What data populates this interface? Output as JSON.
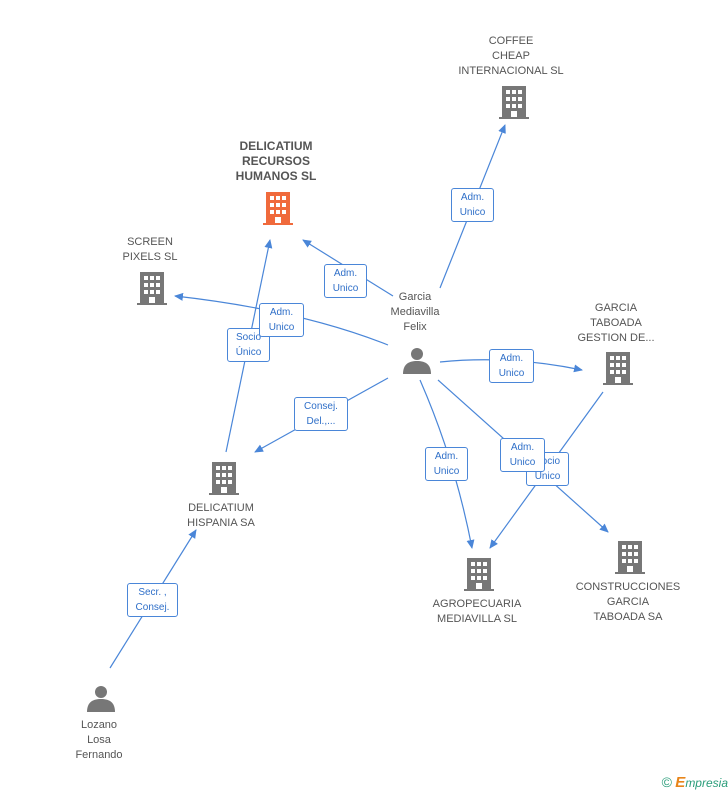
{
  "colors": {
    "edge": "#4a86d8",
    "company": "#777777",
    "company_main": "#f06a3c",
    "person": "#777777"
  },
  "nodes": {
    "coffee": {
      "label": "COFFEE\nCHEAP\nINTERNACIONAL SL",
      "icon": "building-icon"
    },
    "delicatium_rrhh": {
      "label": "DELICATIUM\nRECURSOS\nHUMANOS SL",
      "icon": "building-icon"
    },
    "screen": {
      "label": "SCREEN\nPIXELS SL",
      "icon": "building-icon"
    },
    "garcia_felix": {
      "label": "Garcia\nMediavilla\nFelix",
      "icon": "person-icon"
    },
    "garcia_taboada": {
      "label": "GARCIA\nTABOADA\nGESTION DE...",
      "icon": "building-icon"
    },
    "delicatium_hispania": {
      "label": "DELICATIUM\nHISPANIA SA",
      "icon": "building-icon"
    },
    "agropecuaria": {
      "label": "AGROPECUARIA\nMEDIAVILLA SL",
      "icon": "building-icon"
    },
    "construcciones": {
      "label": "CONSTRUCCIONES\nGARCIA\nTABOADA SA",
      "icon": "building-icon"
    },
    "lozano": {
      "label": "Lozano\nLosa\nFernando",
      "icon": "person-icon"
    }
  },
  "edges": {
    "e_coffee": "Adm.\nUnico",
    "e_rrhh": "Adm.\nUnico",
    "e_screen": "Adm.\nUnico",
    "e_hispania_rrhh": "Socio\nÚnico",
    "e_taboada": "Adm.\nUnico",
    "e_hispania": "Consej.\nDel.,...",
    "e_agro": "Adm.\nUnico",
    "e_construcciones": "Adm.\nUnico",
    "e_taboada_agro": "Socio\nÚnico",
    "e_lozano": "Secr. ,\nConsej."
  },
  "footer": {
    "copyright": "©",
    "brand_initial": "E",
    "brand_rest": "mpresia"
  }
}
